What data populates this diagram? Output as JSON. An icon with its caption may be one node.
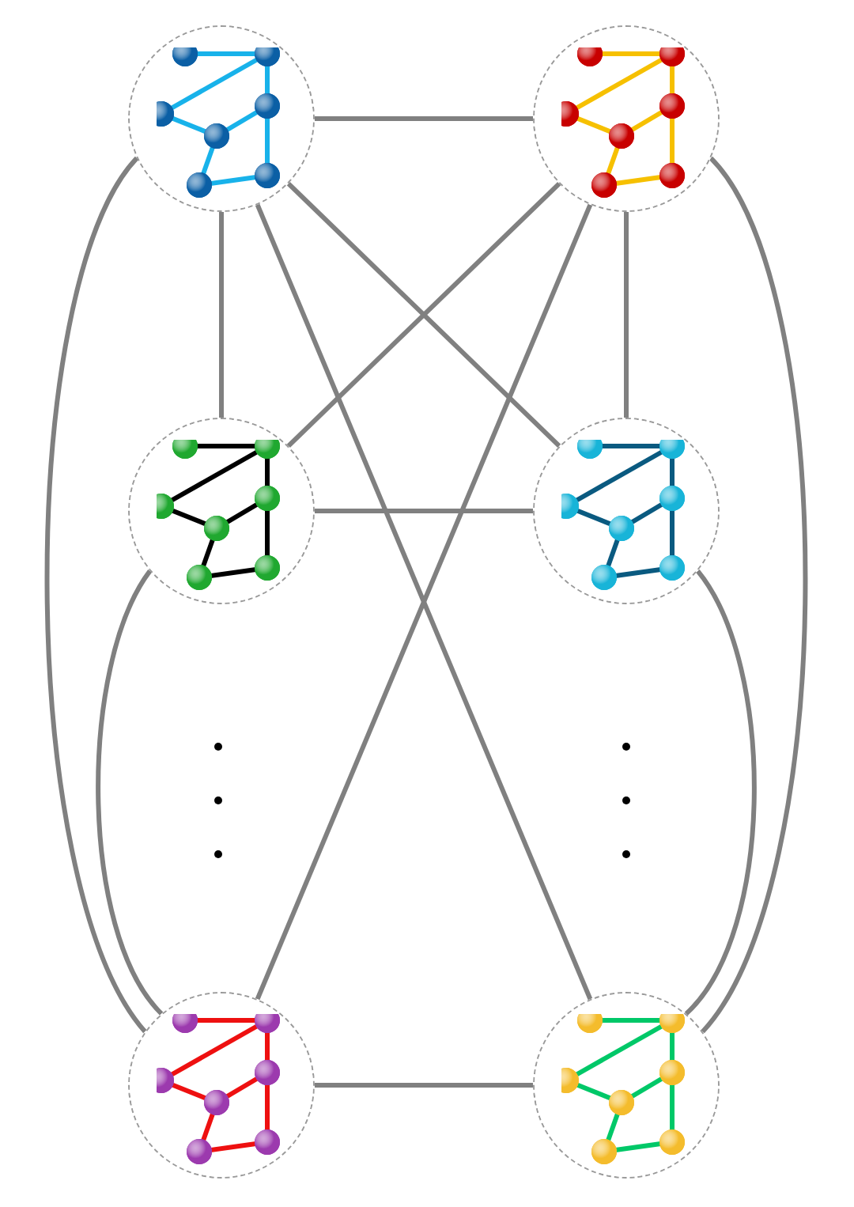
{
  "diagram": {
    "nodes": [
      {
        "text": [],
        "shape": "circle"
      },
      {
        "text": [],
        "shape": "circle"
      },
      {
        "text": [],
        "shape": "circle"
      },
      {
        "text": [],
        "shape": "circle"
      },
      {
        "text": [],
        "shape": "circle"
      },
      {
        "text": [],
        "shape": "circle"
      }
    ],
    "edges": [
      {
        "from": 0,
        "to": 1,
        "arrow": "none"
      },
      {
        "from": 0,
        "to": 2,
        "arrow": "none"
      },
      {
        "from": 0,
        "to": 3,
        "arrow": "none"
      },
      {
        "from": 0,
        "to": 5,
        "arrow": "none"
      },
      {
        "from": 0,
        "to": 4,
        "arrow": "none"
      },
      {
        "from": 1,
        "to": 2,
        "arrow": "none"
      },
      {
        "from": 1,
        "to": 3,
        "arrow": "none"
      },
      {
        "from": 1,
        "to": 4,
        "arrow": "none"
      },
      {
        "from": 1,
        "to": 5,
        "arrow": "none"
      },
      {
        "from": 2,
        "to": 3,
        "arrow": "none"
      },
      {
        "from": 2,
        "to": 4,
        "arrow": "none"
      },
      {
        "from": 3,
        "to": 5,
        "arrow": "none"
      },
      {
        "from": 4,
        "to": 5,
        "arrow": "none"
      }
    ]
  }
}
